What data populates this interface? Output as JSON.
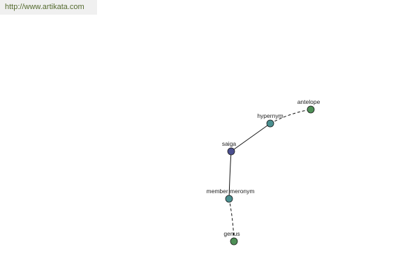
{
  "url": "http://www.artikata.com",
  "graph": {
    "nodes": [
      {
        "id": "saiga",
        "label": "saiga",
        "color": "#4b4f8f"
      },
      {
        "id": "hypernym",
        "label": "hypernym",
        "color": "#4a8f8f"
      },
      {
        "id": "antelope",
        "label": "antelope",
        "color": "#4e8f56"
      },
      {
        "id": "member_meronym",
        "label": "member meronym",
        "color": "#4a8f8f"
      },
      {
        "id": "genus",
        "label": "genus",
        "color": "#4e8f56"
      }
    ],
    "edges": [
      {
        "from": "saiga",
        "to": "hypernym",
        "style": "solid"
      },
      {
        "from": "hypernym",
        "to": "antelope",
        "style": "dashed"
      },
      {
        "from": "saiga",
        "to": "member_meronym",
        "style": "solid"
      },
      {
        "from": "member_meronym",
        "to": "genus",
        "style": "dashed"
      }
    ]
  }
}
